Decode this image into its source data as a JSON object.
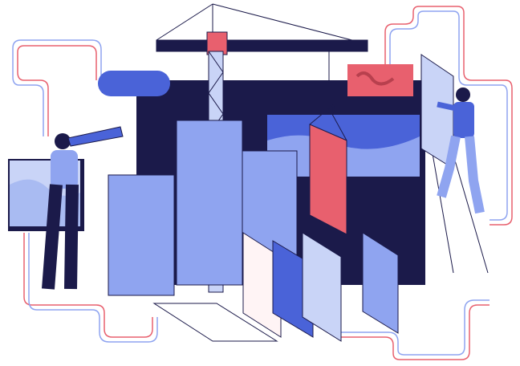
{
  "colors": {
    "navy": "#1b1a4a",
    "blue": "#4a63d8",
    "light_blue": "#8fa4f0",
    "pale_blue": "#c9d4f7",
    "red": "#e8606e",
    "pink": "#f2a7b0",
    "white": "#ffffff"
  },
  "icons": [
    "crane",
    "server-rack",
    "telescope",
    "ladder",
    "hook",
    "panel"
  ]
}
